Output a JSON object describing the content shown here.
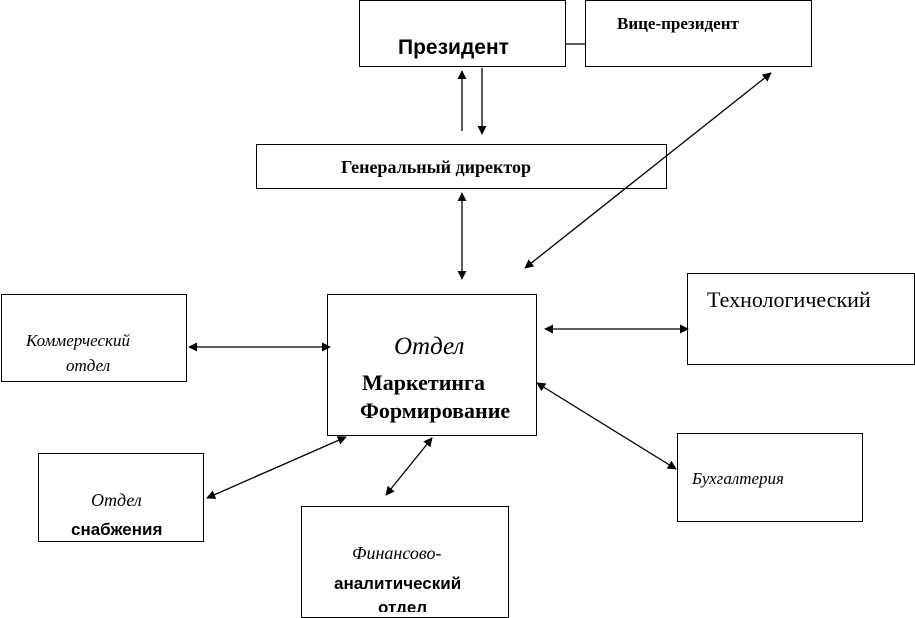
{
  "nodes": {
    "president": "Президент",
    "vice_president": "Вице-президент",
    "general_director": "Генеральный директор",
    "marketing": {
      "line1": "Отдел",
      "line2": "Маркетинга",
      "line3": "Формирование"
    },
    "commercial": {
      "line1": "Коммерческий",
      "line2": "отдел"
    },
    "technological": "Технологический",
    "supply": {
      "line1": "Отдел",
      "line2": "снабжения"
    },
    "financial": {
      "line1": "Финансово-",
      "line2": "аналитический",
      "line3": "отдел"
    },
    "accounting": "Бухгалтерия"
  }
}
